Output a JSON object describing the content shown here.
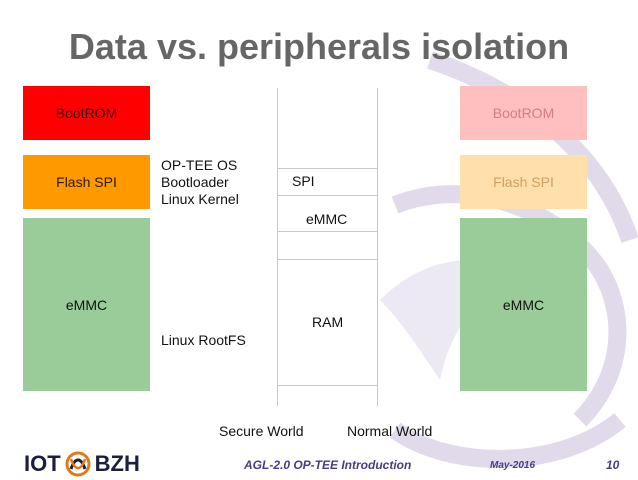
{
  "title": "Data vs. peripherals isolation",
  "left_blocks": {
    "bootrom": "BootROM",
    "flash_spi": "Flash SPI",
    "emmc": "eMMC"
  },
  "right_blocks": {
    "bootrom": "BootROM",
    "flash_spi": "Flash SPI",
    "emmc": "eMMC"
  },
  "contents": {
    "optee_os": "OP-TEE OS",
    "bootloader": "Bootloader",
    "linux_kernel": "Linux Kernel",
    "linux_rootfs": "Linux RootFS"
  },
  "memory_map": {
    "spi": "SPI",
    "emmc": "eMMC",
    "ram": "RAM"
  },
  "worlds": {
    "secure": "Secure World",
    "normal": "Normal World"
  },
  "footer": {
    "logo_left": "IOT",
    "logo_right": "BZH",
    "presentation": "AGL-2.0 OP-TEE Introduction",
    "date": "May-2016",
    "page": "10"
  },
  "colors": {
    "bootrom_left": "#ff0000",
    "flash_spi_left": "#ff9900",
    "emmc": "#99cc99",
    "bootrom_right": "#ffbfbf",
    "flash_spi_right": "#ffdfaa",
    "footer_text": "#4a3a8a"
  }
}
